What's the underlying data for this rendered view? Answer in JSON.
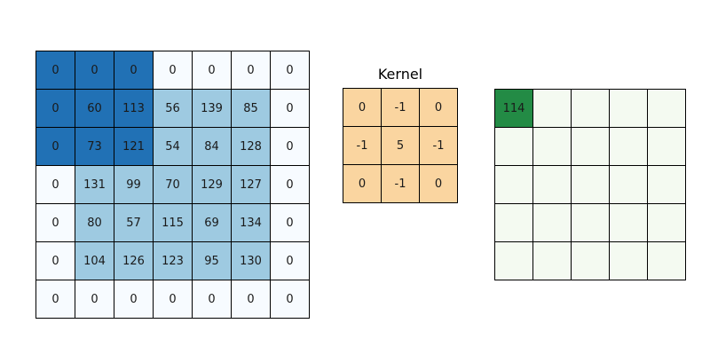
{
  "figure": {
    "description_role": "2d-convolution-step-diagram"
  },
  "colors": {
    "background": "#ffffff",
    "grid_line": "#000000",
    "text": "#1a1a1a",
    "input_highlight_window": "#2171b5",
    "input_value_cell": "#9ecae1",
    "input_zero_cell": "#f7fbff",
    "kernel_cell": "#fad5a0",
    "output_highlight_cell": "#238b45",
    "output_empty_cell": "#f4faf1"
  },
  "input_matrix": {
    "rows": 7,
    "cols": 7,
    "values": [
      [
        0,
        0,
        0,
        0,
        0,
        0,
        0
      ],
      [
        0,
        60,
        113,
        56,
        139,
        85,
        0
      ],
      [
        0,
        73,
        121,
        54,
        84,
        128,
        0
      ],
      [
        0,
        131,
        99,
        70,
        129,
        127,
        0
      ],
      [
        0,
        80,
        57,
        115,
        69,
        134,
        0
      ],
      [
        0,
        104,
        126,
        123,
        95,
        130,
        0
      ],
      [
        0,
        0,
        0,
        0,
        0,
        0,
        0
      ]
    ],
    "highlight_window": {
      "row_start": 0,
      "col_start": 0,
      "rows": 3,
      "cols": 3
    }
  },
  "kernel": {
    "title": "Kernel",
    "rows": 3,
    "cols": 3,
    "values": [
      [
        0,
        -1,
        0
      ],
      [
        -1,
        5,
        -1
      ],
      [
        0,
        -1,
        0
      ]
    ]
  },
  "output_matrix": {
    "rows": 5,
    "cols": 5,
    "values": [
      [
        "114",
        "",
        "",
        "",
        ""
      ],
      [
        "",
        "",
        "",
        "",
        ""
      ],
      [
        "",
        "",
        "",
        "",
        ""
      ],
      [
        "",
        "",
        "",
        "",
        ""
      ],
      [
        "",
        "",
        "",
        "",
        ""
      ]
    ],
    "highlight_cell": {
      "row": 0,
      "col": 0
    }
  }
}
